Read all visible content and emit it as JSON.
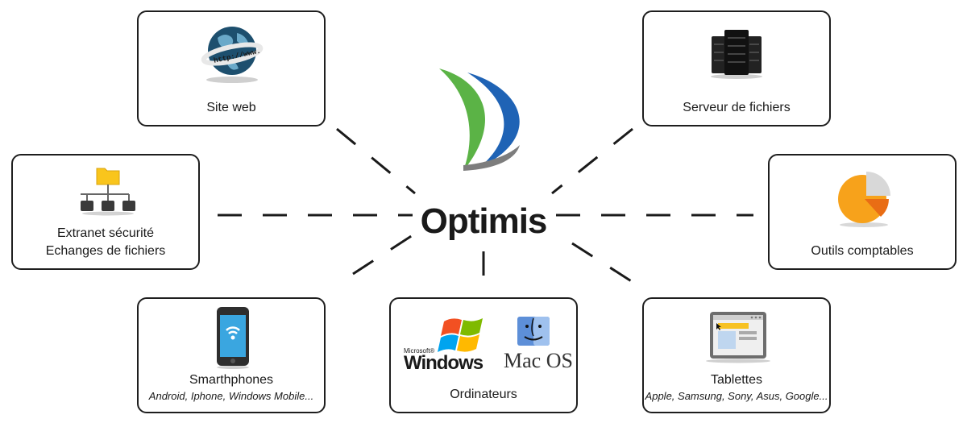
{
  "center": {
    "title": "Optimis"
  },
  "nodes": {
    "site_web": {
      "label": "Site web",
      "icon": "globe-icon",
      "icon_text": "http://www."
    },
    "serveur": {
      "label": "Serveur de fichiers",
      "icon": "server-icon"
    },
    "extranet": {
      "label_line1": "Extranet sécurité",
      "label_line2": "Echanges de fichiers",
      "icon": "folder-network-icon"
    },
    "outils": {
      "label": "Outils comptables",
      "icon": "pie-chart-icon"
    },
    "smartphones": {
      "label": "Smarthphones",
      "sublabel": "Android, Iphone, Windows Mobile...",
      "icon": "smartphone-icon"
    },
    "ordinateurs": {
      "label": "Ordinateurs",
      "windows_small": "Microsoft®",
      "windows_big": "Windows",
      "mac_text": "Mac OS",
      "icon": "windows-logo-icon"
    },
    "tablettes": {
      "label": "Tablettes",
      "sublabel": "Apple, Samsung, Sony, Asus, Google...",
      "icon": "tablet-icon"
    }
  },
  "colors": {
    "border": "#1e1e1e",
    "logo_green": "#5bb346",
    "logo_blue": "#1f63b5",
    "logo_gray": "#7d7d7d",
    "pie_orange": "#f7a21b",
    "folder_yellow": "#f9c51c"
  }
}
